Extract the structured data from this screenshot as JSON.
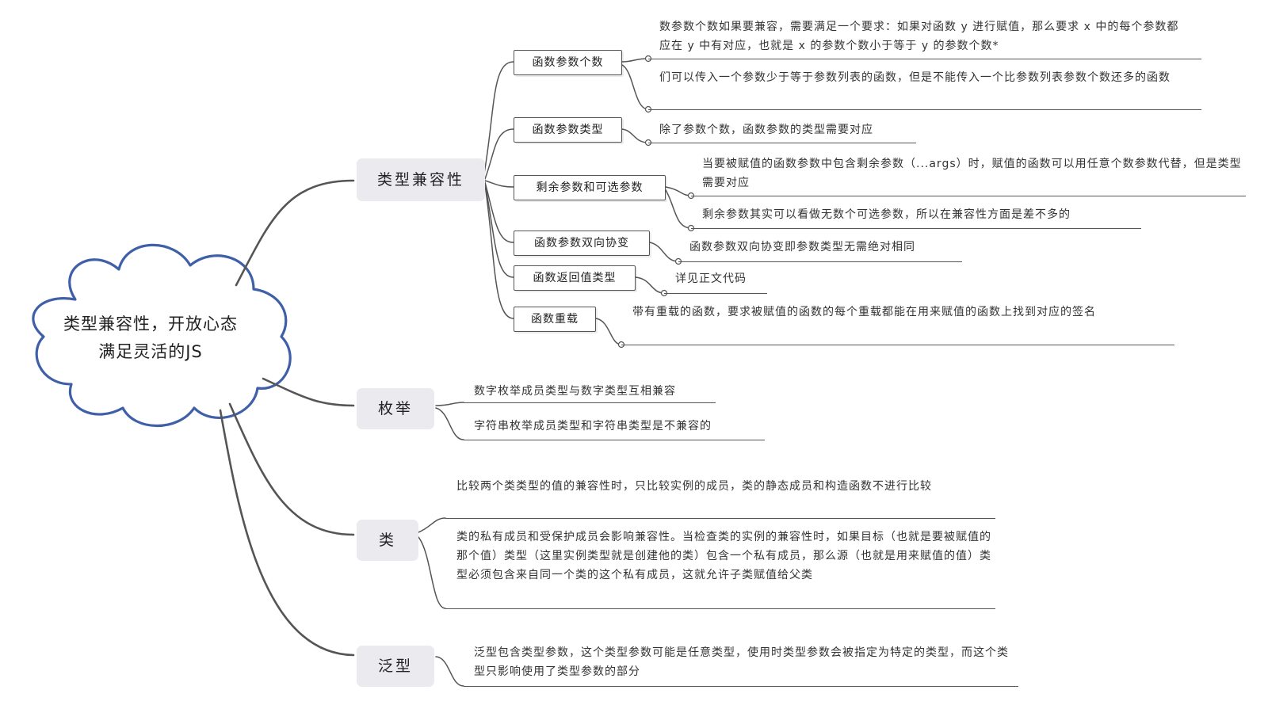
{
  "root": {
    "title": "类型兼容性，开放心态满足灵活的JS"
  },
  "categories": [
    {
      "label": "类型兼容性",
      "children": [
        {
          "label": "函数参数个数",
          "notes": [
            "数参数个数如果要兼容，需要满足一个要求：如果对函数 y 进行赋值，那么要求 x 中的每个参数都应在 y 中有对应，也就是 x 的参数个数小于等于 y 的参数个数*",
            "们可以传入一个参数少于等于参数列表的函数，但是不能传入一个比参数列表参数个数还多的函数"
          ]
        },
        {
          "label": "函数参数类型",
          "notes": [
            "除了参数个数，函数参数的类型需要对应"
          ]
        },
        {
          "label": "剩余参数和可选参数",
          "notes": [
            "当要被赋值的函数参数中包含剩余参数（...args）时，赋值的函数可以用任意个数参数代替，但是类型需要对应",
            "剩余参数其实可以看做无数个可选参数，所以在兼容性方面是差不多的"
          ]
        },
        {
          "label": "函数参数双向协变",
          "notes": [
            "函数参数双向协变即参数类型无需绝对相同"
          ]
        },
        {
          "label": "函数返回值类型",
          "notes": [
            "详见正文代码"
          ]
        },
        {
          "label": "函数重载",
          "notes": [
            "带有重载的函数，要求被赋值的函数的每个重载都能在用来赋值的函数上找到对应的签名"
          ]
        }
      ]
    },
    {
      "label": "枚举",
      "notes": [
        "数字枚举成员类型与数字类型互相兼容",
        "字符串枚举成员类型和字符串类型是不兼容的"
      ]
    },
    {
      "label": "类",
      "notes": [
        "比较两个类类型的值的兼容性时，只比较实例的成员，类的静态成员和构造函数不进行比较",
        "类的私有成员和受保护成员会影响兼容性。当检查类的实例的兼容性时，如果目标（也就是要被赋值的那个值）类型（这里实例类型就是创建他的类）包含一个私有成员，那么源（也就是用来赋值的值）类型必须包含来自同一个类的这个私有成员，这就允许子类赋值给父类"
      ]
    },
    {
      "label": "泛型",
      "notes": [
        "泛型包含类型参数，这个类型参数可能是任意类型，使用时类型参数会被指定为特定的类型，而这个类型只影响使用了类型参数的部分"
      ]
    }
  ],
  "colors": {
    "cloud_stroke": "#3f5fa8",
    "line": "#555555",
    "category_bg": "#eaeaef"
  }
}
